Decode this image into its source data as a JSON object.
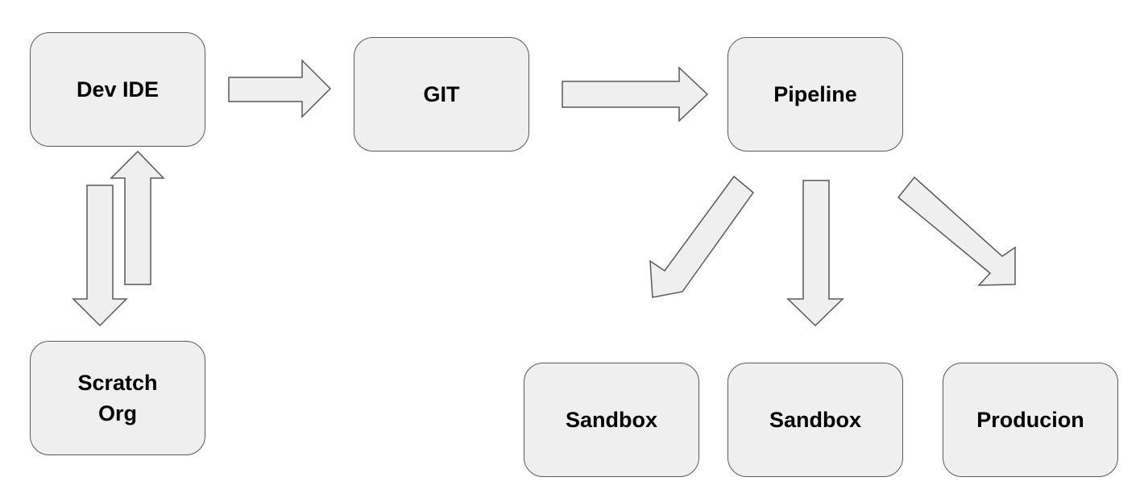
{
  "diagram": {
    "nodes": {
      "dev_ide": {
        "label": "Dev IDE"
      },
      "git": {
        "label": "GIT"
      },
      "pipeline": {
        "label": "Pipeline"
      },
      "scratch_org": {
        "label": "Scratch\nOrg"
      },
      "sandbox_1": {
        "label": "Sandbox"
      },
      "sandbox_2": {
        "label": "Sandbox"
      },
      "production": {
        "label": "Producion"
      }
    },
    "edges": [
      {
        "from": "Dev IDE",
        "to": "GIT"
      },
      {
        "from": "GIT",
        "to": "Pipeline"
      },
      {
        "from": "Dev IDE",
        "to": "Scratch\nOrg"
      },
      {
        "from": "Scratch\nOrg",
        "to": "Dev IDE"
      },
      {
        "from": "Pipeline",
        "to": "Sandbox"
      },
      {
        "from": "Pipeline",
        "to": "Sandbox"
      },
      {
        "from": "Pipeline",
        "to": "Producion"
      }
    ],
    "colors": {
      "node_fill": "#efefef",
      "stroke": "#595959",
      "text": "#000000",
      "background": "#ffffff"
    }
  }
}
